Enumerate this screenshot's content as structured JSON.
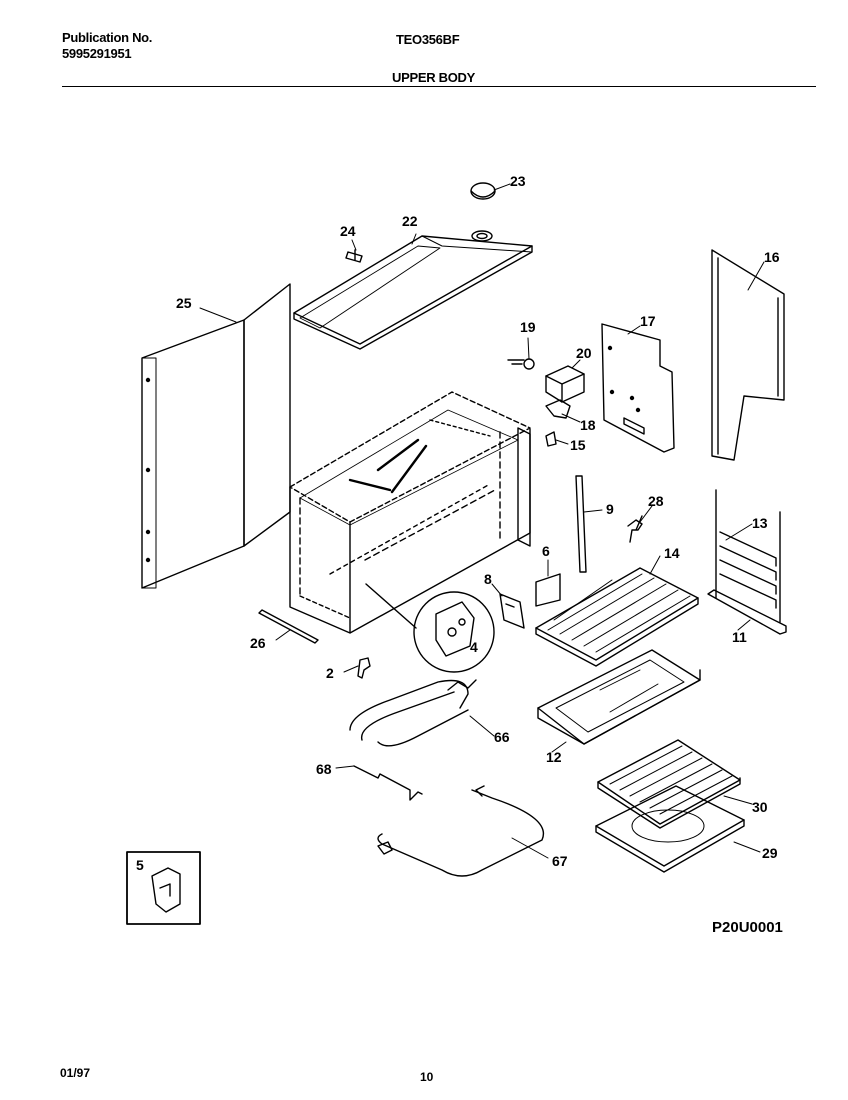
{
  "header": {
    "publication_label": "Publication No.",
    "publication_number": "5995291951",
    "model": "TEO356BF",
    "section": "UPPER BODY"
  },
  "figure": {
    "code": "P20U0001",
    "callouts": [
      "23",
      "24",
      "22",
      "25",
      "16",
      "19",
      "17",
      "20",
      "18",
      "15",
      "9",
      "28",
      "13",
      "6",
      "14",
      "8",
      "26",
      "4",
      "11",
      "2",
      "66",
      "12",
      "68",
      "30",
      "67",
      "29",
      "5"
    ]
  },
  "footer": {
    "date": "01/97",
    "page": "10"
  }
}
